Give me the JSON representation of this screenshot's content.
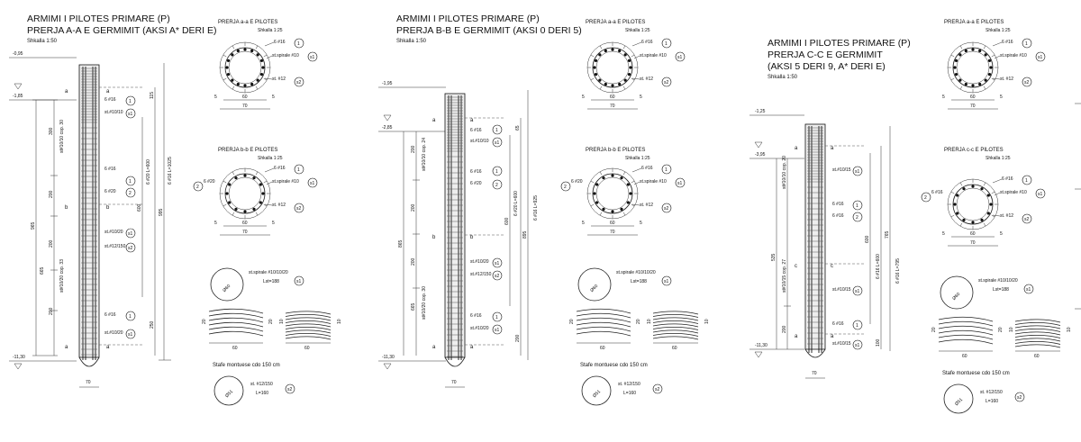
{
  "drawings": [
    {
      "title1": "ARMIMI I PILOTES PRIMARE (P)",
      "title2": "PRERJA A-A E GERMIMIT (AKSI A* DERI E)",
      "title3": "",
      "scale": "Shkalla 1:50",
      "elev_top": "-0,95",
      "elev_mid": "-1,85",
      "elev_bot": "-11,30",
      "dims_left": [
        "300",
        "200",
        "200",
        "200",
        "965",
        "665"
      ],
      "stirrup_top": "st#10/10 cop. 30",
      "stirrup_bot": "st#10/20 cop. 33",
      "labels_right": [
        "6 #16",
        "st.#10/10",
        "6 #16",
        "6 #20",
        "st.#10/20",
        "st.#12/150",
        "6 #16",
        "st.#10/20"
      ],
      "tags": [
        "1",
        "s1",
        "1",
        "2",
        "s1",
        "s2",
        "1",
        "s1"
      ],
      "dims_right": [
        "115",
        "600",
        "995",
        "250",
        "6 #20 L=600",
        "6 #16 L=1025"
      ],
      "base_width": "70",
      "section_marks": [
        "a",
        "a",
        "b",
        "b",
        "a",
        "a"
      ],
      "dim_small": [
        "70",
        "5",
        "5",
        "5"
      ]
    },
    {
      "title1": "ARMIMI I PILOTES PRIMARE (P)",
      "title2": "PRERJA B-B E GERMIMIT (AKSI 0 DERI 5)",
      "title3": "",
      "scale": "Shkalla 1:50",
      "elev_top": "-1,95",
      "elev_mid": "-2,85",
      "elev_bot": "-11,30",
      "dims_left": [
        "200",
        "200",
        "200",
        "865",
        "665"
      ],
      "stirrup_top": "st#10/10 cop. 24",
      "stirrup_bot": "st#10/20 cop. 30",
      "labels_right": [
        "6 #16",
        "st.#10/10",
        "6 #16",
        "6 #20",
        "st.#10/20",
        "st.#12/150",
        "6 #16",
        "st.#10/20"
      ],
      "tags": [
        "1",
        "s1",
        "1",
        "2",
        "s1",
        "s2",
        "1",
        "s1"
      ],
      "dims_right": [
        "65",
        "600",
        "895",
        "200",
        "6 #20 L=600",
        "6 #16 L=925"
      ],
      "base_width": "70",
      "section_marks": [
        "a",
        "a",
        "b",
        "b",
        "a",
        "a"
      ],
      "dim_small": [
        "70",
        "5",
        "5",
        "5"
      ]
    },
    {
      "title1": "ARMIMI I PILOTES PRIMARE (P)",
      "title2": "PRERJA C-C E GERMIMIT",
      "title3": "(AKSI 5 DERI 9, A* DERI E)",
      "scale": "Shkalla 1:50",
      "elev_top": "-1,25",
      "elev_mid": "-3,95",
      "elev_bot": "-11,30",
      "dims_left": [
        "535",
        "200"
      ],
      "stirrup_top": "st#10/10 cop. 20",
      "stirrup_bot": "st#10/15 cop. 27",
      "labels_right": [
        "st.#10/15",
        "6 #16",
        "6 #16",
        "st.#10/15",
        "6 #16",
        "st.#10/15"
      ],
      "tags": [
        "s1",
        "1",
        "2",
        "s1",
        "1",
        "s1"
      ],
      "dims_right": [
        "600",
        "765",
        "100",
        "6 #16 L=600",
        "6 #16 L=795"
      ],
      "base_width": "70",
      "section_marks": [
        "a",
        "a",
        "c",
        "c",
        "a",
        "a"
      ],
      "dim_small": [
        "70",
        "5",
        "5",
        "5"
      ]
    }
  ],
  "sections": {
    "aa_title": "PRERJA a-a E PILOTES",
    "bb_title": "PRERJA b-b E PILOTES",
    "cc_title": "PRERJA c-c E PILOTES",
    "scale": "Shkalla 1:25",
    "bar16": "6 #16",
    "bar20": "6 #20",
    "spiral": "st.spirale #10",
    "st12": "st. #12",
    "w60": "60",
    "w70": "70",
    "five": "5",
    "tag1": "1",
    "tag2": "2",
    "tags1": "s1",
    "tags2": "s2"
  },
  "details": {
    "spiral_label": "st.spirale #10/10/20",
    "spiral_len": "Lst=188",
    "spiral_dia": "Ø60",
    "stafe": "Stafe montuese cdo 150 cm",
    "st12_label": "st. #12/150",
    "st12_len": "L=160",
    "st12_dia": "Ø51",
    "coil_dim": "60",
    "coil_h": "20",
    "coil_h2": "10"
  }
}
